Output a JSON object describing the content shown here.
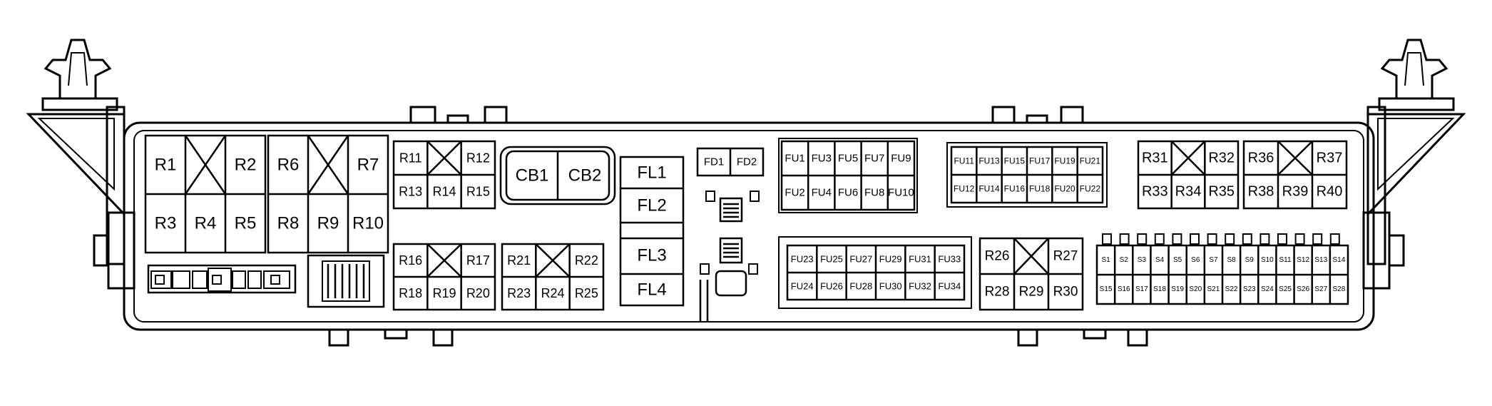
{
  "diagram": {
    "relays_a": [
      "R1",
      "R2",
      "R3",
      "R4",
      "R5"
    ],
    "relays_b": [
      "R6",
      "R7",
      "R8",
      "R9",
      "R10"
    ],
    "relays_c": [
      "R11",
      "R12",
      "R13",
      "R14",
      "R15"
    ],
    "relays_d": [
      "R16",
      "R17",
      "R18",
      "R19",
      "R20"
    ],
    "relays_e": [
      "R21",
      "R22",
      "R23",
      "R24",
      "R25"
    ],
    "relays_f": [
      "R26",
      "R27",
      "R28",
      "R29",
      "R30"
    ],
    "relays_g": [
      "R31",
      "R32",
      "R33",
      "R34",
      "R35"
    ],
    "relays_h": [
      "R36",
      "R37",
      "R38",
      "R39",
      "R40"
    ],
    "circuit_breakers": [
      "CB1",
      "CB2"
    ],
    "fusible_links": [
      "FL1",
      "FL2",
      "FL3",
      "FL4"
    ],
    "diodes": [
      "FD1",
      "FD2"
    ],
    "fuses_mid": [
      "FU1",
      "FU3",
      "FU5",
      "FU7",
      "FU9",
      "FU2",
      "FU4",
      "FU6",
      "FU8",
      "FU10"
    ],
    "fuses_mid2": [
      "FU11",
      "FU13",
      "FU15",
      "FU17",
      "FU19",
      "FU21",
      "FU12",
      "FU14",
      "FU16",
      "FU18",
      "FU20",
      "FU22"
    ],
    "fuses_low": [
      "FU23",
      "FU25",
      "FU27",
      "FU29",
      "FU31",
      "FU33",
      "FU24",
      "FU26",
      "FU28",
      "FU30",
      "FU32",
      "FU34"
    ],
    "fuses_small_top": [
      "S1",
      "S2",
      "S3",
      "S4",
      "S5",
      "S6",
      "S7",
      "S8",
      "S9",
      "S10",
      "S11",
      "S12",
      "S13",
      "S14"
    ],
    "fuses_small_bottom": [
      "S15",
      "S16",
      "S17",
      "S18",
      "S19",
      "S20",
      "S21",
      "S22",
      "S23",
      "S24",
      "S25",
      "S26",
      "S27",
      "S28"
    ]
  }
}
